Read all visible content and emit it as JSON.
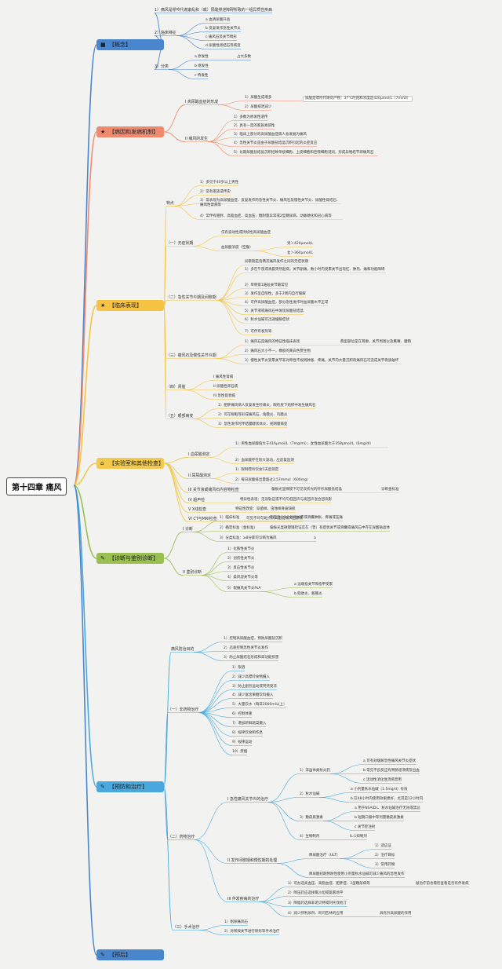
{
  "root": "第十四章 痛风",
  "categories": [
    {
      "label": "【概念】",
      "color": "#4a86cd",
      "icon": "■"
    },
    {
      "label": "【病因和发病机制】",
      "color": "#f08a6e",
      "icon": "★"
    },
    {
      "label": "【临床表现】",
      "color": "#f6c342",
      "icon": "★"
    },
    {
      "label": "【实验室和其他检查】",
      "color": "#f2c94c",
      "icon": "⌂"
    },
    {
      "label": "【诊断与鉴别诊断】",
      "color": "#9ac052",
      "icon": "✎"
    },
    {
      "label": "【预防和治疗】",
      "color": "#49a9de",
      "icon": "✎"
    },
    {
      "label": "【预后】",
      "color": "#4a86cd",
      "icon": "✎"
    }
  ],
  "nodes": {
    "c1": "1）痛风是嘌呤代谢紊乱和（或）尿酸排泄障碍所致的一组异质性疾病",
    "c2": "2）临床特征",
    "c2a": "a 血清尿酸升高",
    "c2b": "b 反复发作急性关节炎",
    "c2c": "c 痛风石及关节畸形",
    "c2d": "d 尿酸性肾结石等病变",
    "c3": "3）分类",
    "c3a": "a 原发性",
    "c3a1": "占大多数",
    "c3b": "b 继发性",
    "c3c": "c 特发性",
    "p1": "I 高尿酸血症的形成",
    "p1a": "1）尿酸生成增多",
    "p1a1": "尿酸是嘌呤代谢的产物：37℃时饱和浓度是420μmol/L（7ml/dl）",
    "p1b": "2）尿酸排泄减少",
    "p2": "II 痛风的发生",
    "p2a": "1）多数为原发性遗传",
    "p2b": "2）具有一定的家族易感性",
    "p2c": "3）临床上部分的高尿酸血症病人会发展为痛风",
    "p2d": "4）急性关节炎是由于尿酸盐结晶沉积引起的炎症反应",
    "p2e": "5）长期尿酸盐结晶沉积招致单核细胞、上皮细胞和巨噬细胞浸润，形成异物结节即痛风石",
    "k1": "特点",
    "k1a": "1）多见于40岁以上男性",
    "k1b": "2）常有家族遗传史",
    "k1c": "3）常表现为高尿酸血症、反复发作的急性关节炎、痛风石及慢性关节炎、尿酸性肾结石、痛风性肾病等",
    "k1d": "4）常伴有肥胖、高脂血症、高血压、糖耐量异常或2型糖尿病、动脉硬化和冠心病等",
    "k2": "（一）无症状期",
    "k2a": "仅有波动性或持续性高尿酸血症",
    "k2b": "血尿酸浓度（空腹）",
    "k2b1": "男＞420μmol/L",
    "k2b2": "女＞360μmol/L",
    "k3": "（二）急性关节炎期及间歇期",
    "k3h": "间歇期是指两次痛风发作之间的无症状期",
    "k3a": "1）多在午夜或清晨突然起病，关节剧痛，数小时内受累关节出现红、肿热、痛和功能障碍",
    "k3b": "2）单侧第1跖趾关节最常见",
    "k3c": "3）发作呈自限性，多于2周内自行缓解",
    "k3d": "4）可伴高尿酸血症，部分急性发作时血尿酸水平正常",
    "k3e": "5）关节液或痛风石中发现尿酸盐结晶",
    "k3f": "6）秋水仙碱可迅速缓解症状",
    "k3g": "7）可伴有发热等",
    "k4": "（三）痛风石及慢性关节炎期",
    "k4a": "1）痛风石是痛风的特征性临床表现",
    "k4a1": "典型部位是在耳廓，关节周围以及鹰嘴、腱鞘",
    "k4b": "2）痛风石大小不一，橡胶的黄白色赘生物",
    "k4c": "3）慢性关节炎受累关节非对称性不规则肿胀、疼痛，关节内大量沉积的痛风石可造成关节骨质破坏",
    "k5": "（四）肾脏",
    "k5a": "I 痛风性肾病",
    "k5b": "II 尿酸性肾石病",
    "k5c": "III 急性肾衰竭",
    "k6": "（五）眼部病变",
    "k6a": "1）肥胖痛风病人反复发生睑缘炎，眼睑皮下组织中发生痛风石",
    "k6b": "2）可在眼眶等形成痛风石，角膜炎、巩膜炎",
    "k6c": "3）急性发作时伴结膜睫状体炎、视网膜病变",
    "e1": "I 血尿酸测定",
    "e1a": "1）男性血尿酸值大于416μmol/L（7mg/ml）；女性血尿酸大于358μmol/L（6mg/dl）",
    "e1b": "2）血尿酸存在较大波动，应反复监测",
    "e2": "II 尿尿酸测定",
    "e2a": "1）限制嘌呤饮食5天后测定",
    "e2b": "2）每日尿酸排出量超过3.57mmol（600mg）",
    "e3": "III 关节液或痛风石内容物检查",
    "e3a": "偏振光显微镜下可见双折光的针形尿酸盐结晶",
    "e3b": "诊断金标准",
    "e4": "IV 超声检",
    "e4a": "特异性表现：见双轨征或不均匀低回声与高回声混合团块影",
    "e5": "V X线检查",
    "e5a": "特征性改变：穿凿样、虫蚀样骨质缺损",
    "e6": "VI CT与MRI检查",
    "e6a": "可见不均匀斑点状高密度痛风石影像",
    "d1": "I 诊断",
    "d1a": "1）临床标准",
    "d1a1": "存在至少1个外周关节或滑囊肿胀、疼痛或压痛",
    "d1b": "2）确定标准（金标准）",
    "d1b1": "偏振光显微镜镜检证实在（曾）有症状关节或滑囊或痛风石中存在尿酸钠晶体",
    "d1c": "3）分类标准：≥8分即可诊断为痛风",
    "d1c1": "a",
    "d2": "II 鉴别诊断",
    "d2a": "1）化脓性关节炎",
    "d2b": "2）创伤性关节炎",
    "d2c": "3）反应性关节炎",
    "d2d": "4）类风湿关节炎等",
    "d2e": "5）假痛风关节炎PsA",
    "d2e1": "a 远端指关节和指甲受累",
    "d2e2": "b 脂肪炎、骶髂炎",
    "t1": "痛风防治目的",
    "t1a": "1）控制高尿酸血症，预防尿酸盐沉积",
    "t1b": "2）迅速控制急性关节炎发作",
    "t1c": "3）防止尿酸结石形成和肾功能损害",
    "t2": "（一）非药物治疗",
    "t2a": "1）限酒",
    "t2b": "2）减少高嘌呤食物摄入",
    "t2c": "3）防止剧烈运动或突然受凉",
    "t2d": "4）减少富含果糖饮料摄入",
    "t2e": "5）大量饮水（每日2000ml以上）",
    "t2f": "6）控制体重",
    "t2g": "7）增加新鲜蔬菜摄入",
    "t2h": "8）规律饮食和作息",
    "t2i": "9）规律运动",
    "t2j": "10）禁烟",
    "t3": "（二）药物治疗",
    "t3A": "I 急性痛风关节炎的治疗",
    "t3A1": "1）非甾体类抗炎药",
    "t3A1a": "a 可有效缓解急性痛风关节炎症状",
    "t3A1b": "b 常见不良反应有胃肠道溃疡及出血",
    "t3A1c": "c 活动性消化性溃疡禁用",
    "t3A2": "2）秋水仙碱",
    "t3A2a": "a 小剂量秋水仙碱（1.5mg/d）有效",
    "t3A2b": "b 在48小时内使用效果更好，尤其是12小时内",
    "t3A3": "3）糖皮质激素",
    "t3A3a": "a 用于NSAIDs、秋水仙碱治疗无效或禁忌",
    "t3A3b": "b 短期口服中等剂量糖皮质激素",
    "t3A3c": "c 关节腔注射",
    "t3A4": "4）生物制剂",
    "t3A4a": "IL-1抑制剂",
    "t3B": "II 发作间歇期和慢性期的处理",
    "t3B1": "降尿酸治疗（ULT）",
    "t3B1a": "1）适应证",
    "t3B1b": "2）治疗目标",
    "t3B1c": "3）常用药物",
    "t3B2": "降尿酸初期预防性使用小剂量秋水仙碱可减少痛风的急性发作",
    "t3C": "III 伴发疾病的治疗",
    "t3C1": "1）可办选高血压、高脂血症、肥胖症、2型糖尿病等",
    "t3C1a": "敲治疗前也需检查看是否有伴发病",
    "t3C2": "2）降压药应选择氯沙坦或氨氯地平",
    "t3C3": "3）降脂药选择非诺贝特或阿托伐他汀",
    "t3C4": "4）减少肝利尿剂、阿司匹林的应用",
    "t3C4a": "具有升高尿酸的作用",
    "t4": "（三）手术治疗",
    "t4a": "1）剔除痛风石",
    "t4b": "2）对残毁关节进行矫形等手术治疗"
  }
}
